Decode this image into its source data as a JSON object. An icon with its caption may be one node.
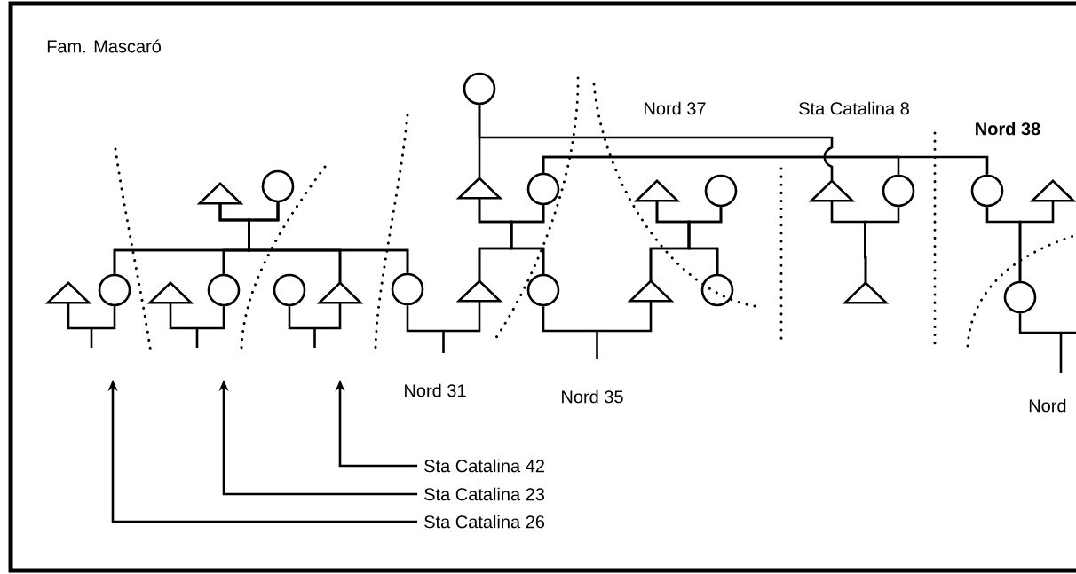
{
  "diagram": {
    "title": "Fam. Mascaró",
    "nodes": [
      {
        "text": [],
        "shape": "circle"
      },
      {
        "text": [],
        "shape": "triangle"
      },
      {
        "text": [],
        "shape": "circle"
      },
      {
        "text": [],
        "shape": "triangle"
      },
      {
        "text": [],
        "shape": "circle"
      },
      {
        "text": [],
        "shape": "triangle"
      },
      {
        "text": [],
        "shape": "circle"
      },
      {
        "text": [],
        "shape": "triangle"
      },
      {
        "text": [],
        "shape": "circle"
      },
      {
        "text": [],
        "shape": "circle"
      },
      {
        "text": [],
        "shape": "triangle"
      },
      {
        "text": [],
        "shape": "triangle"
      },
      {
        "text": [],
        "shape": "circle"
      },
      {
        "text": [],
        "shape": "triangle"
      },
      {
        "text": [],
        "shape": "circle"
      },
      {
        "text": [],
        "shape": "circle"
      },
      {
        "text": [],
        "shape": "triangle"
      },
      {
        "text": [],
        "shape": "circle"
      },
      {
        "text": [],
        "shape": "triangle"
      },
      {
        "text": [],
        "shape": "circle"
      },
      {
        "text": [],
        "shape": "triangle"
      },
      {
        "text": [],
        "shape": "circle"
      },
      {
        "text": [],
        "shape": "triangle"
      },
      {
        "text": [],
        "shape": "circle"
      },
      {
        "text": [
          "Sta Catalina 42"
        ]
      },
      {
        "text": [
          "Sta Catalina 23"
        ]
      },
      {
        "text": [
          "Sta Catalina 26"
        ]
      }
    ],
    "edges": [
      {
        "from": 1,
        "to": 12,
        "arrow": "none"
      },
      {
        "from": 1,
        "to": 14,
        "arrow": "none"
      },
      {
        "from": 1,
        "to": 16,
        "arrow": "none"
      },
      {
        "from": 1,
        "to": 17,
        "arrow": "none"
      },
      {
        "from": 2,
        "to": 12,
        "arrow": "none"
      },
      {
        "from": 2,
        "to": 14,
        "arrow": "none"
      },
      {
        "from": 2,
        "to": 16,
        "arrow": "none"
      },
      {
        "from": 2,
        "to": 17,
        "arrow": "none"
      },
      {
        "from": 3,
        "to": 18,
        "arrow": "none"
      },
      {
        "from": 3,
        "to": 19,
        "arrow": "none"
      },
      {
        "from": 4,
        "to": 18,
        "arrow": "none"
      },
      {
        "from": 4,
        "to": 19,
        "arrow": "none"
      },
      {
        "from": 5,
        "to": 20,
        "arrow": "none"
      },
      {
        "from": 5,
        "to": 21,
        "arrow": "none"
      },
      {
        "from": 6,
        "to": 20,
        "arrow": "none"
      },
      {
        "from": 6,
        "to": 21,
        "arrow": "none"
      },
      {
        "from": 0,
        "to": 3,
        "arrow": "none"
      },
      {
        "from": 0,
        "to": 7,
        "arrow": "none"
      },
      {
        "from": 4,
        "to": 8,
        "arrow": "none"
      },
      {
        "from": 4,
        "to": 9,
        "arrow": "none"
      },
      {
        "from": 7,
        "to": 22,
        "arrow": "none"
      },
      {
        "from": 8,
        "to": 22,
        "arrow": "none"
      },
      {
        "from": 9,
        "to": 23,
        "arrow": "none"
      },
      {
        "from": 10,
        "to": 23,
        "arrow": "none"
      },
      {
        "from": 11,
        "to": 12,
        "arrow": "none"
      },
      {
        "from": 13,
        "to": 14,
        "arrow": "none"
      },
      {
        "from": 15,
        "to": 16,
        "arrow": "none"
      },
      {
        "from": 17,
        "to": 18,
        "arrow": "none"
      },
      {
        "from": 19,
        "to": 20,
        "arrow": "none"
      },
      {
        "from": 23,
        "to": null,
        "arrow": "none"
      },
      {
        "from": 24,
        "to": null,
        "arrow": "to"
      },
      {
        "from": 25,
        "to": null,
        "arrow": "to"
      },
      {
        "from": 26,
        "to": null,
        "arrow": "to"
      }
    ],
    "labels": [
      "Nord 37",
      "Sta Catalina 8",
      "Nord 38",
      "Nord 31",
      "Nord 35",
      "Nord"
    ]
  }
}
